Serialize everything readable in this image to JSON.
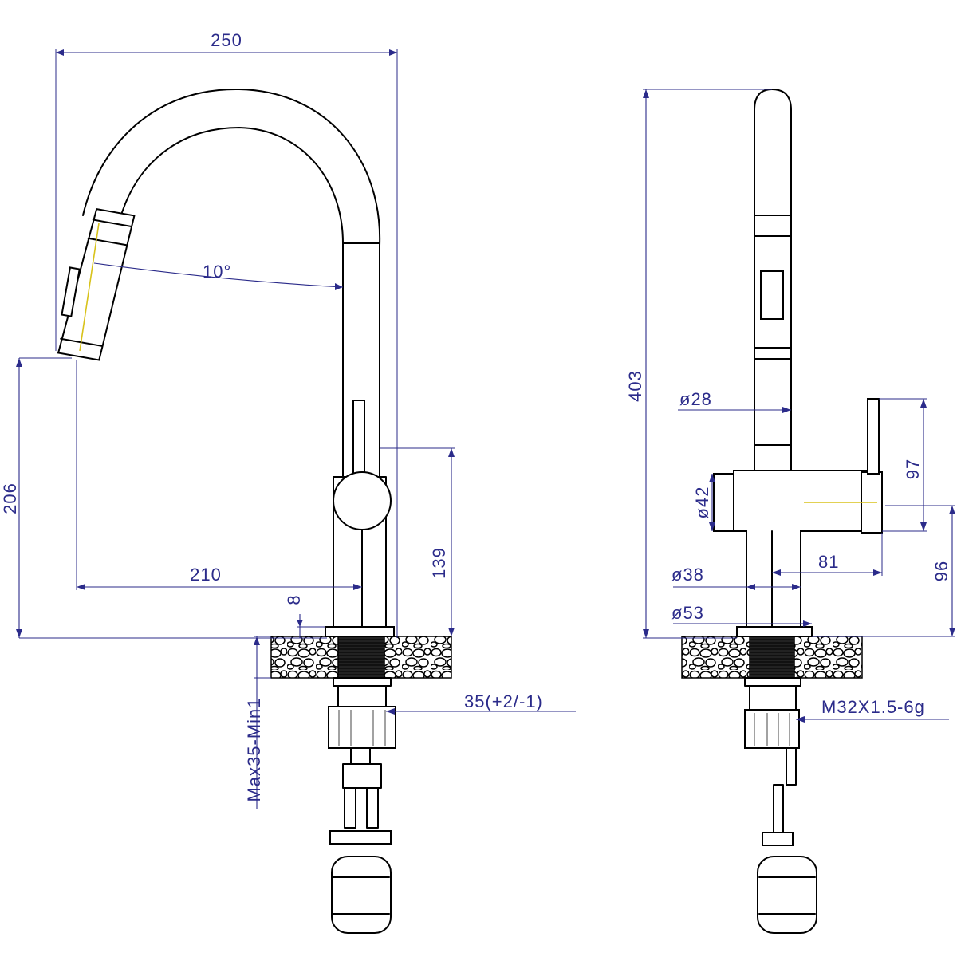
{
  "drawing": {
    "title": "",
    "views": [
      "side",
      "front"
    ]
  },
  "dimensions": {
    "side_width": "250",
    "side_angle": "10°",
    "side_spout_height": "206",
    "side_reach": "210",
    "side_lever_height": "139",
    "side_base_thickness": "8",
    "side_mounting_hole": "35(+2/-1)",
    "side_counter_thickness": "Max35-Min1",
    "front_total_height": "403",
    "front_tube_dia": "ø28",
    "front_body_dia": "ø42",
    "front_lever_height": "97",
    "front_lever_offset": "81",
    "front_body_height": "96",
    "front_stem_dia": "ø38",
    "front_base_dia": "ø53",
    "front_thread": "M32X1.5-6g"
  },
  "colors": {
    "outline": "#000000",
    "dimension": "#2b2b8a",
    "center_line": "#d8c21a"
  }
}
